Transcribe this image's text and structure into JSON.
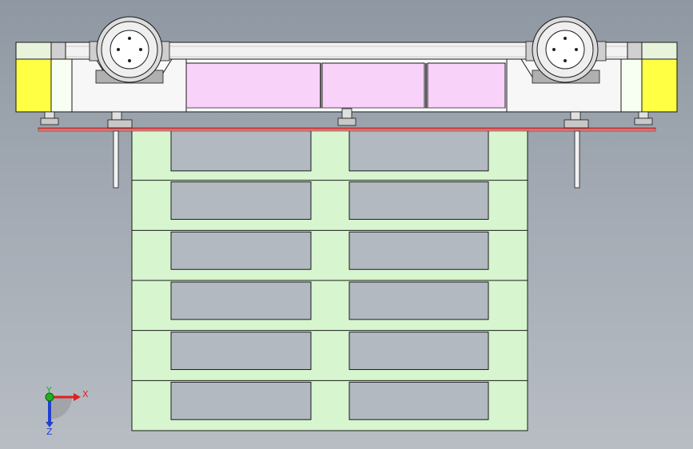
{
  "view": {
    "background_top": "#8f98a2",
    "background_bottom": "#b8bdc4"
  },
  "colors": {
    "pallet_fill": "#d7f5cf",
    "pallet_stroke": "#1a1a1a",
    "end_block": "#ffff44",
    "end_cap": "#e8f3dc",
    "bracket_fill": "#f6fff2",
    "pink_panel": "#f8d2f8",
    "motor": "#ececec",
    "rail": "#f2f2f2",
    "plate_red": "#e05050"
  },
  "pallet": {
    "layer_count": 6
  },
  "triad": {
    "x_label": "X",
    "y_label": "Y",
    "z_label": "Z",
    "x_color": "#e02020",
    "y_color": "#20b020",
    "z_color": "#2040d0"
  }
}
